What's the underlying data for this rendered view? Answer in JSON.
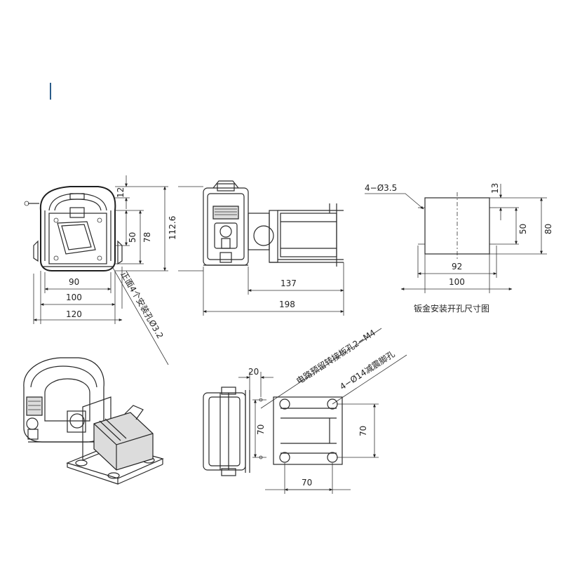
{
  "front_view": {
    "dim_12": "12",
    "dim_50": "50",
    "dim_78": "78",
    "dim_112_6": "112.6",
    "dim_90": "90",
    "dim_100": "100",
    "dim_120": "120",
    "note_front_holes": "正面4个安装孔Ø3.2"
  },
  "side_view": {
    "dim_137": "137",
    "dim_198": "198"
  },
  "cutout_view": {
    "note_holes": "4−Ø3.5",
    "dim_13": "13",
    "dim_50": "50",
    "dim_80": "80",
    "dim_92": "92",
    "dim_100": "100",
    "caption": "钣金安装开孔尺寸图"
  },
  "bottom_view": {
    "dim_20": "20",
    "dim_70_left": "70",
    "dim_70_bottom": "70",
    "dim_70_right": "70",
    "note_circuit": "电路预留转接板孔2−M4",
    "note_feet": "4−Ø14减震脚孔"
  },
  "colors": {
    "line": "#2a2a2a",
    "body_fill": "#dcdcdc",
    "mark": "#2c5d8a"
  }
}
